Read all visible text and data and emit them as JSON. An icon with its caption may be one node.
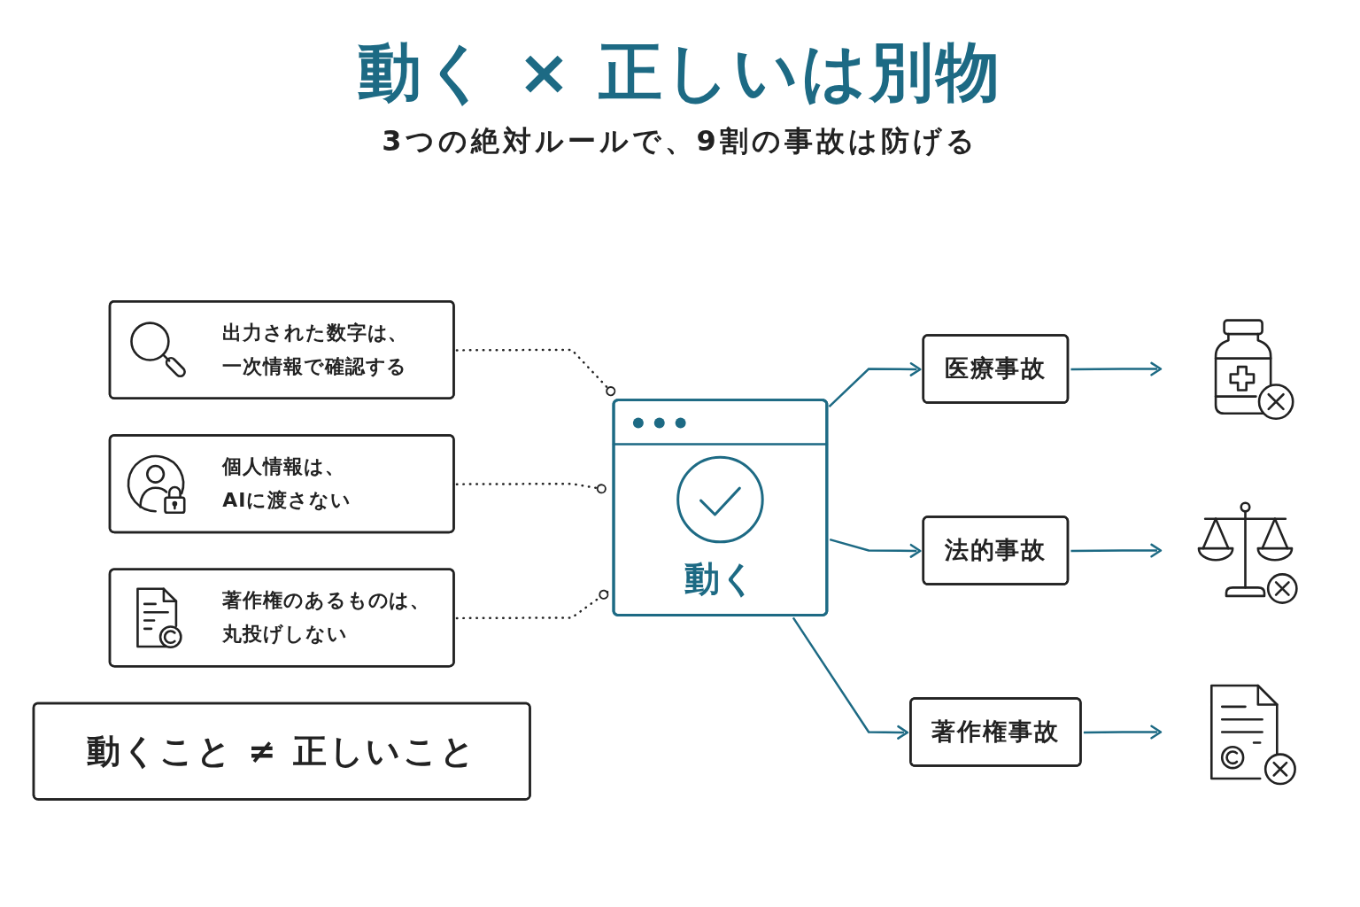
{
  "diagram": {
    "title": "動く × 正しいは別物",
    "nodes": [
      {
        "text": [
          "出力された数字は、一次情報で確認する"
        ]
      },
      {
        "text": [
          "個人情報は、AIに渡さない"
        ]
      },
      {
        "text": [
          "著作権のあるものは、丸投げしない"
        ]
      },
      {
        "text": [
          "動く"
        ]
      },
      {
        "text": [
          "医療事故"
        ]
      },
      {
        "text": [
          "法的事故"
        ]
      },
      {
        "text": [
          "著作権事故"
        ]
      },
      {
        "text": [],
        "shape": "picture"
      },
      {
        "text": [],
        "shape": "picture"
      },
      {
        "text": [],
        "shape": "picture"
      },
      {
        "text": [
          "動くこと ≠ 正しいこと"
        ]
      }
    ],
    "edges": [
      {
        "from": 0,
        "to": 3,
        "arrow": "other",
        "style": "dashed",
        "color": "#222222"
      },
      {
        "from": 1,
        "to": 3,
        "arrow": "other",
        "style": "dashed",
        "color": "#222222"
      },
      {
        "from": 2,
        "to": 3,
        "arrow": "other",
        "style": "dashed",
        "color": "#222222"
      },
      {
        "from": 3,
        "to": 4,
        "arrow": "to"
      },
      {
        "from": 3,
        "to": 5,
        "arrow": "to"
      },
      {
        "from": 3,
        "to": 6,
        "arrow": "to"
      },
      {
        "from": 4,
        "to": 7,
        "arrow": "to"
      },
      {
        "from": 5,
        "to": 8,
        "arrow": "to"
      },
      {
        "from": 6,
        "to": 9,
        "arrow": "to"
      }
    ],
    "labels": [
      "3つの絶対ルールで、9割の事故は防げる"
    ]
  }
}
